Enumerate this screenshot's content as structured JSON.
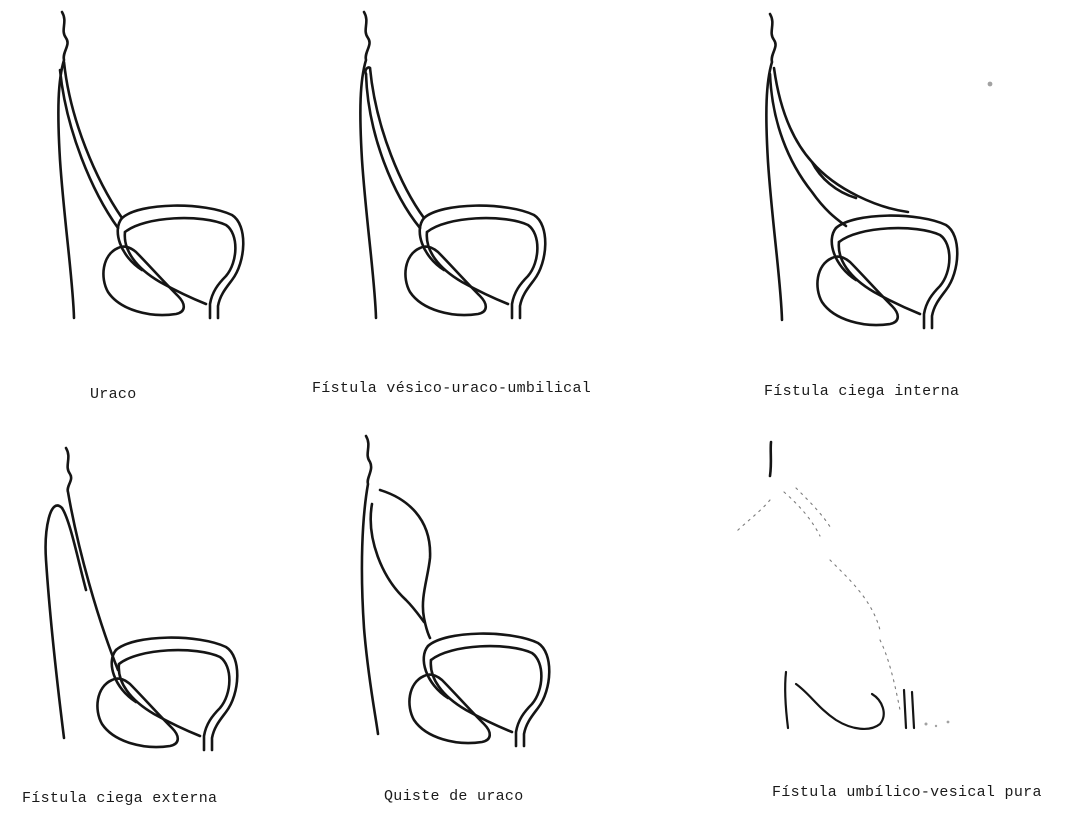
{
  "panels": [
    {
      "caption": "Uraco"
    },
    {
      "caption": "Fístula vésico-uraco-umbilical"
    },
    {
      "caption": "Fístula ciega interna"
    },
    {
      "caption": "Fístula ciega externa"
    },
    {
      "caption": "Quiste de uraco"
    },
    {
      "caption": "Fístula umbílico-vesical pura"
    }
  ]
}
